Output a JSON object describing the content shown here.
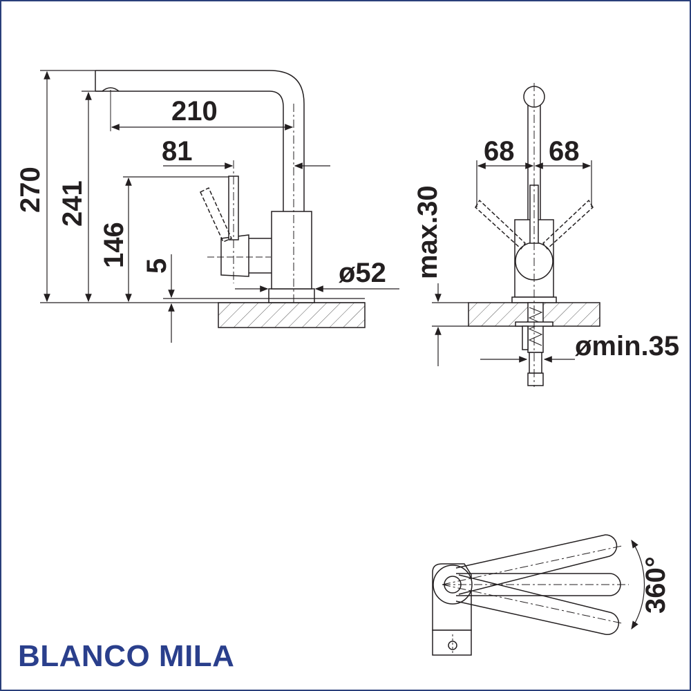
{
  "product": {
    "title": "BLANCO MILA"
  },
  "dimensions": {
    "height_total": "270",
    "height_spout": "241",
    "height_lever": "146",
    "thickness": "5",
    "reach": "210",
    "lever_offset": "81",
    "base_diameter": "ø52",
    "lever_left": "68",
    "lever_right": "68",
    "worktop_thickness": "max.30",
    "hole_diameter": "ømin.35",
    "rotation": "360°"
  },
  "colors": {
    "brand": "#2a3f8c",
    "line": "#231f20",
    "frame": "#2a3f7a"
  }
}
